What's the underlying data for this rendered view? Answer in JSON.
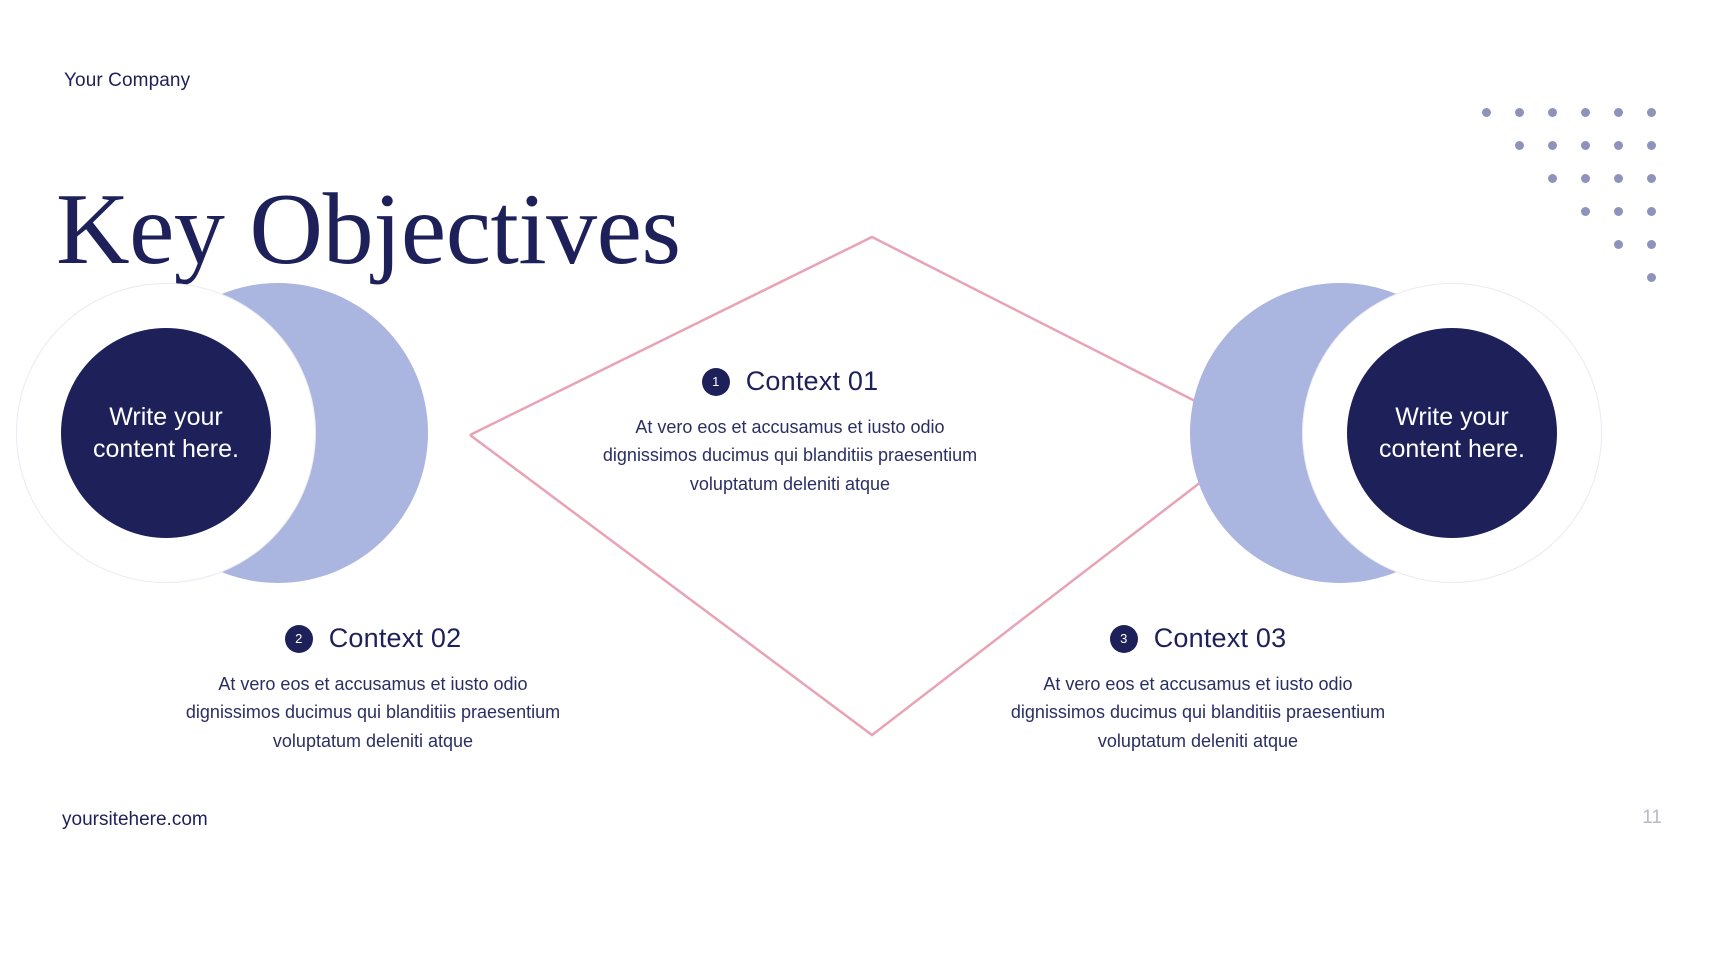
{
  "header": {
    "company_label": "Your Company",
    "title": "Key Objectives"
  },
  "colors": {
    "navy": "#1e2159",
    "periwinkle": "#aab5e0",
    "pink_line": "#e8a3b6",
    "ring_border": "#ebecf3",
    "page_number": "#b9bac6",
    "dot": "#8d93bb"
  },
  "circles": [
    {
      "id": "left-circle",
      "text": "Write your content here."
    },
    {
      "id": "right-circle",
      "text": "Write your content here."
    }
  ],
  "contexts": [
    {
      "number": "1",
      "title": "Context 01",
      "body": "At vero eos et accusamus et iusto odio dignissimos ducimus qui blanditiis praesentium voluptatum deleniti atque"
    },
    {
      "number": "2",
      "title": "Context 02",
      "body": "At vero eos et accusamus et iusto odio dignissimos ducimus qui blanditiis praesentium voluptatum deleniti atque"
    },
    {
      "number": "3",
      "title": "Context 03",
      "body": "At vero eos et accusamus et iusto odio dignissimos ducimus qui blanditiis praesentium voluptatum deleniti atque"
    }
  ],
  "footer": {
    "site": "yoursitehere.com",
    "page_number": "11"
  },
  "decor": {
    "dot_grid": {
      "rows": 6,
      "cols": 6,
      "spacing": 33,
      "pattern": "staircase"
    }
  }
}
